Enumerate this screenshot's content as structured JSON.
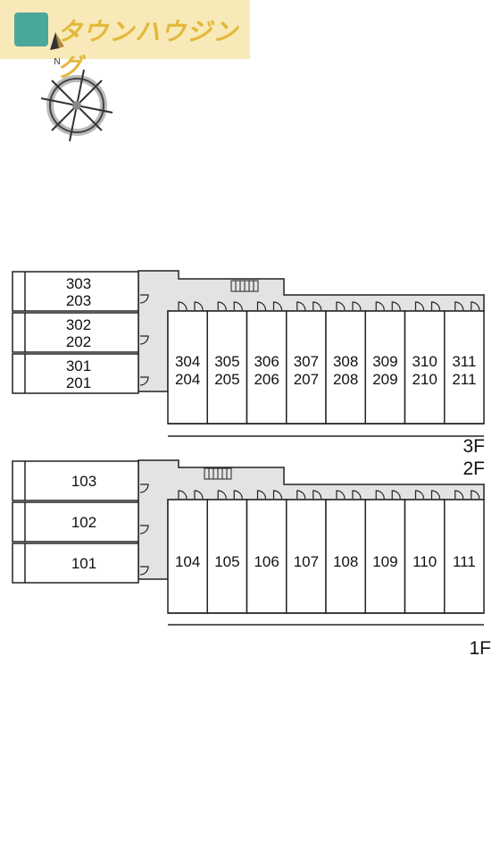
{
  "brand": {
    "name": "タウンハウジング"
  },
  "upper_block": {
    "floor_labels": [
      "3F",
      "2F"
    ],
    "left_units": [
      {
        "top": "303",
        "bottom": "203"
      },
      {
        "top": "302",
        "bottom": "202"
      },
      {
        "top": "301",
        "bottom": "201"
      }
    ],
    "row_units": [
      {
        "top": "304",
        "bottom": "204"
      },
      {
        "top": "305",
        "bottom": "205"
      },
      {
        "top": "306",
        "bottom": "206"
      },
      {
        "top": "307",
        "bottom": "207"
      },
      {
        "top": "308",
        "bottom": "208"
      },
      {
        "top": "309",
        "bottom": "209"
      },
      {
        "top": "310",
        "bottom": "210"
      },
      {
        "top": "311",
        "bottom": "211"
      }
    ]
  },
  "lower_block": {
    "floor_labels": [
      "1F"
    ],
    "left_units": [
      "103",
      "102",
      "101"
    ],
    "row_units": [
      "104",
      "105",
      "106",
      "107",
      "108",
      "109",
      "110",
      "111"
    ]
  },
  "colors": {
    "corridor": "#e3e3e3",
    "wall": "#222222",
    "logo_bg": "#f8e9b8",
    "logo_text": "#e3b83a",
    "logo_mark": "#4aa89a"
  },
  "icons": {
    "compass": "compass-rose-icon",
    "door": "door-swing-icon",
    "stairs": "staircase-icon"
  }
}
